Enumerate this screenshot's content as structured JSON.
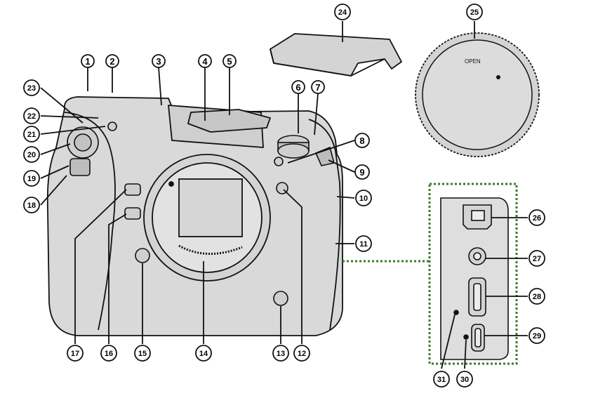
{
  "callouts": [
    {
      "n": "1"
    },
    {
      "n": "2"
    },
    {
      "n": "3"
    },
    {
      "n": "4"
    },
    {
      "n": "5"
    },
    {
      "n": "6"
    },
    {
      "n": "7"
    },
    {
      "n": "8"
    },
    {
      "n": "9"
    },
    {
      "n": "10"
    },
    {
      "n": "11"
    },
    {
      "n": "12"
    },
    {
      "n": "13"
    },
    {
      "n": "14"
    },
    {
      "n": "15"
    },
    {
      "n": "16"
    },
    {
      "n": "17"
    },
    {
      "n": "18"
    },
    {
      "n": "19"
    },
    {
      "n": "20"
    },
    {
      "n": "21"
    },
    {
      "n": "22"
    },
    {
      "n": "23"
    },
    {
      "n": "24"
    },
    {
      "n": "25"
    },
    {
      "n": "26"
    },
    {
      "n": "27"
    },
    {
      "n": "28"
    },
    {
      "n": "29"
    },
    {
      "n": "30"
    },
    {
      "n": "31"
    }
  ],
  "body_cap": {
    "open_label": "OPEN"
  },
  "colors": {
    "body_fill": "#d9d9d9",
    "outline": "#111111",
    "port_panel_border": "#3a7a2a",
    "leader": "#111111"
  }
}
